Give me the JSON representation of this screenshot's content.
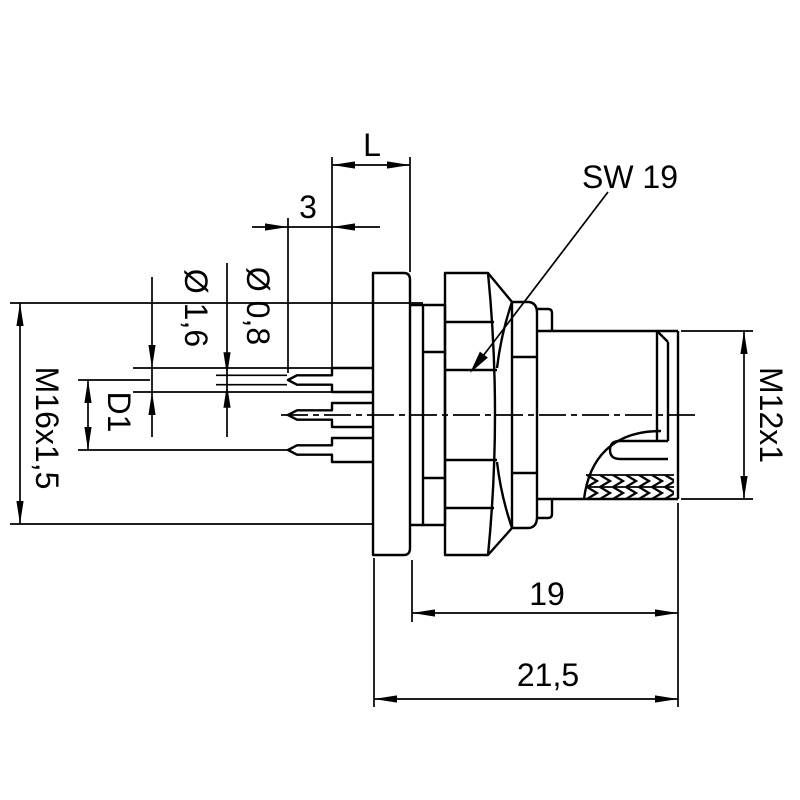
{
  "drawing": {
    "labels": {
      "dim_l": "L",
      "dim_3": "3",
      "wrench_size": "SW 19",
      "dia_outer": "Ø 1,6",
      "dia_inner": "Ø 0,8",
      "mounting_thread": "M16x1,5",
      "pitch_circle": "D1",
      "coupling_thread": "M12x1",
      "dim_19": "19",
      "dim_21_5": "21,5"
    },
    "colors": {
      "line": "#000000",
      "background": "#ffffff"
    }
  }
}
